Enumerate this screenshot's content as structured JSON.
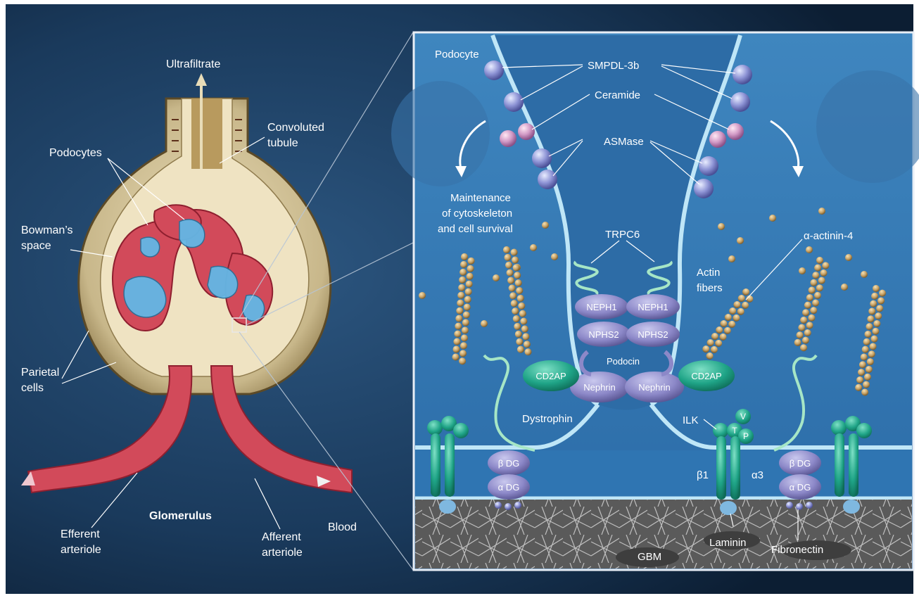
{
  "colors": {
    "bg_dark": "#0f2238",
    "bg_mid": "#1f4266",
    "cell_cyan": "#5ab4de",
    "cell_light": "#9ad3ee",
    "capillary_red": "#d24a5a",
    "podocyte_blue": "#63b7e6",
    "capsule_tan": "#c8b78a",
    "protein_purple": "#8c88c8",
    "cd2ap_green": "#1fa487",
    "integrin_teal": "#2bb9a0",
    "actin_tan": "#c8a56c",
    "gbm_gray": "#6e6e6e"
  },
  "left_labels": {
    "ultrafiltrate": "Ultrafiltrate",
    "convoluted_line1": "Convoluted",
    "convoluted_line2": "tubule",
    "podocytes": "Podocytes",
    "bowmans_line1": "Bowman’s",
    "bowmans_line2": "space",
    "parietal_line1": "Parietal",
    "parietal_line2": "cells",
    "efferent_line1": "Efferent",
    "efferent_line2": "arteriole",
    "glomerulus": "Glomerulus",
    "afferent_line1": "Afferent",
    "afferent_line2": "arteriole",
    "blood": "Blood"
  },
  "right_labels": {
    "podocyte": "Podocyte",
    "smpdl": "SMPDL-3b",
    "ceramide": "Ceramide",
    "asmase": "ASMase",
    "maint_line1": "Maintenance",
    "maint_line2": "of cytoskeleton",
    "maint_line3": "and cell survival",
    "trpc6": "TRPC6",
    "actinin": "α-actinin-4",
    "actin_line1": "Actin",
    "actin_line2": "fibers",
    "neph1": "NEPH1",
    "nphs2": "NPHS2",
    "podocin": "Podocin",
    "cd2ap": "CD2AP",
    "nephrin": "Nephrin",
    "dystrophin": "Dystrophin",
    "ilk": "ILK",
    "t": "T",
    "v": "V",
    "p": "P",
    "beta1": "β1",
    "alpha3": "α3",
    "beta_dg": "β DG",
    "alpha_dg": "α DG",
    "laminin": "Laminin",
    "fibronectin": "Fibronectin",
    "gbm": "GBM"
  }
}
